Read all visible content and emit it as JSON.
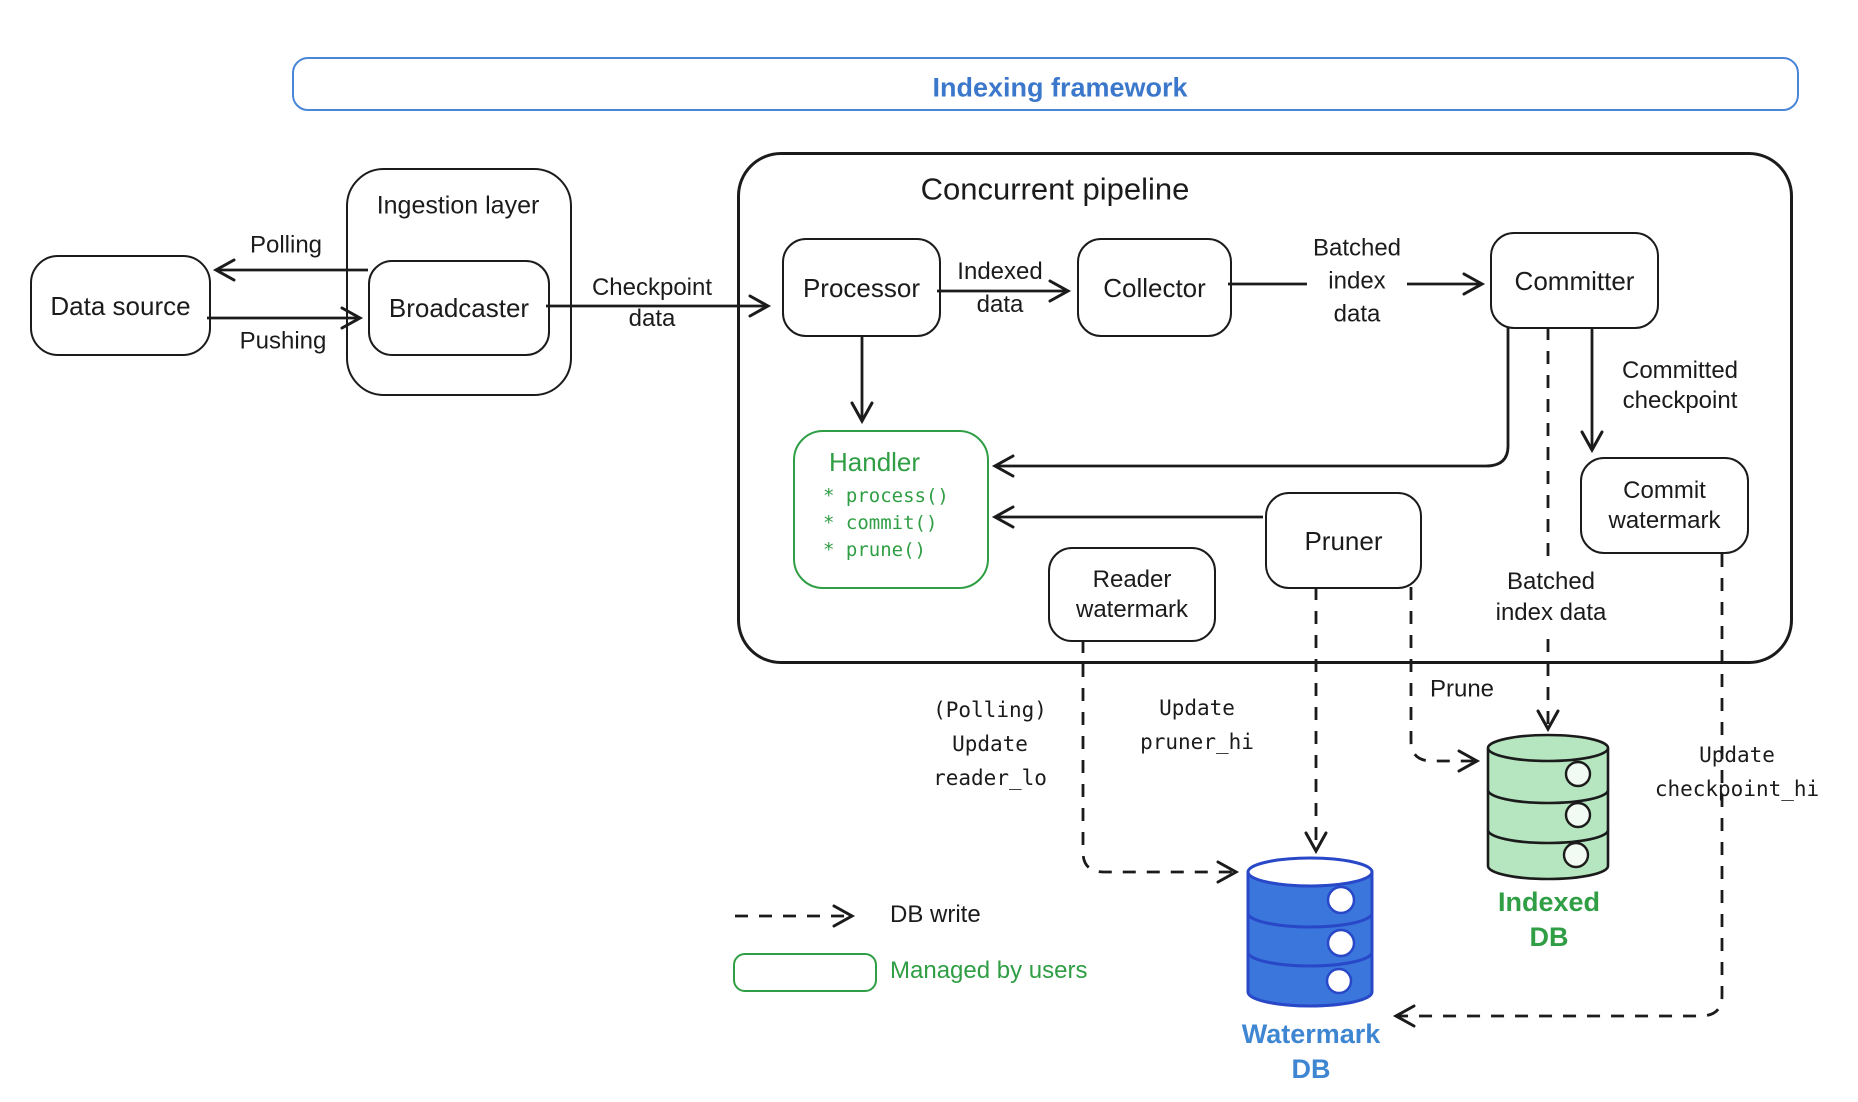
{
  "title": "Indexing framework",
  "pipeline": {
    "title": "Concurrent pipeline"
  },
  "nodes": {
    "data_source": "Data source",
    "ingestion_layer": "Ingestion layer",
    "broadcaster": "Broadcaster",
    "processor": "Processor",
    "collector": "Collector",
    "committer": "Committer",
    "pruner": "Pruner",
    "reader_watermark": [
      "Reader",
      "watermark"
    ],
    "commit_watermark": [
      "Commit",
      "watermark"
    ],
    "handler": {
      "title": "Handler",
      "methods": [
        "* process()",
        "* commit()",
        "* prune()"
      ]
    }
  },
  "edge_labels": {
    "polling": "Polling",
    "pushing": "Pushing",
    "checkpoint_data": [
      "Checkpoint",
      "data"
    ],
    "indexed_data": [
      "Indexed",
      "data"
    ],
    "batched_index_data": [
      "Batched",
      "index",
      "data"
    ],
    "committed_checkpoint": [
      "Committed",
      "checkpoint"
    ],
    "update_reader_lo": [
      "(Polling)",
      "Update",
      "reader_lo"
    ],
    "update_pruner_hi": [
      "Update",
      "pruner_hi"
    ],
    "prune": "Prune",
    "batched_index_data_to_db": [
      "Batched",
      "index data"
    ],
    "update_checkpoint_hi": [
      "Update",
      "checkpoint_hi"
    ]
  },
  "databases": {
    "watermark_db": [
      "Watermark",
      "DB"
    ],
    "indexed_db": [
      "Indexed",
      "DB"
    ]
  },
  "legend": {
    "db_write": "DB write",
    "managed_by_users": "Managed by users"
  },
  "colors": {
    "frame_blue": "#4a86d8",
    "title_blue": "#3b78cc",
    "green": "#2f9e44",
    "db_blue_fill": "#3b76dd",
    "db_blue_stroke": "#2848c8",
    "db_blue_label": "#3f86d2",
    "db_green_fill": "#b6e6bf",
    "ink": "#1b1b1b"
  }
}
